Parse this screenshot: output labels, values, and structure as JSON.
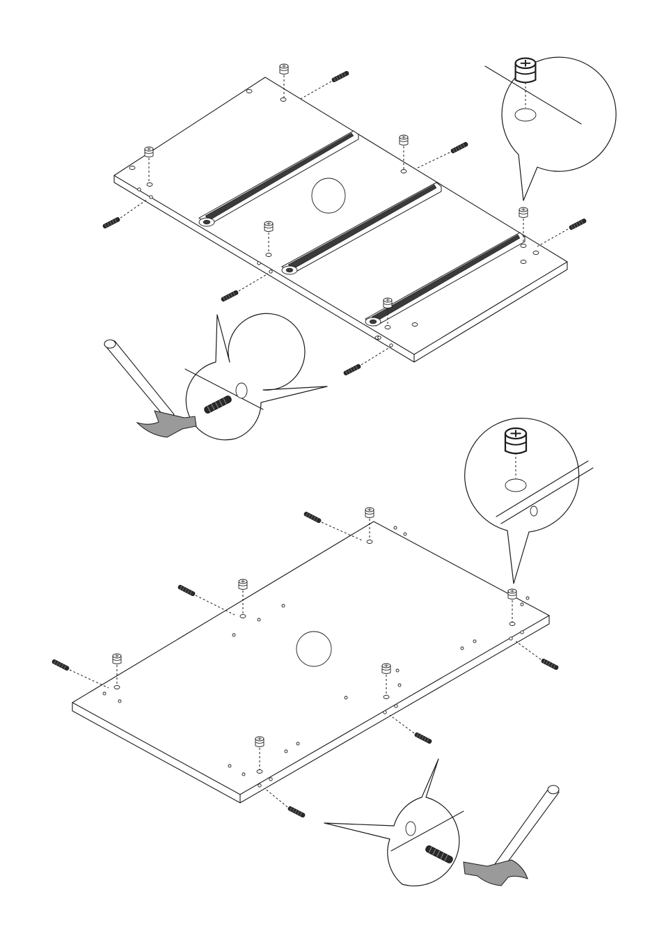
{
  "figure": {
    "top_step": {
      "panel": "top",
      "has_drawer_rails": true,
      "rail_count": 3,
      "cam_lock_count": 6,
      "dowel_count": 6,
      "details": [
        "cam-lock-detail",
        "dowel-hammer-detail"
      ]
    },
    "bottom_step": {
      "panel": "bottom",
      "has_drawer_rails": false,
      "cam_lock_count": 6,
      "dowel_count": 6,
      "details": [
        "cam-lock-detail",
        "dowel-hammer-detail"
      ]
    }
  },
  "colors": {
    "line": "#1a1a1a",
    "dowel": "#2a2a2a",
    "hammer_head": "#9a9a9a",
    "background": "#ffffff"
  }
}
